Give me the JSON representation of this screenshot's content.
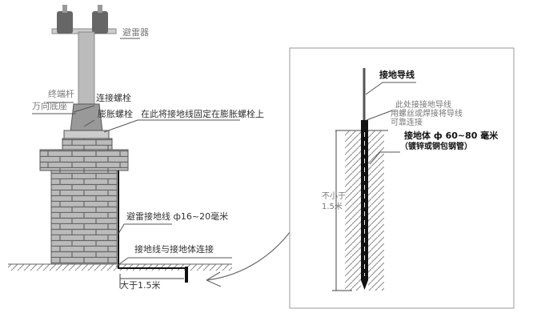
{
  "left": {
    "arrester": "避雷器",
    "terminal_pole": "终端杆",
    "universal_base": "万向底座",
    "connecting_bolt": "连接螺栓",
    "expansion_bolt": "膨胀螺栓",
    "fix_note": "在此将接地线固定在膨胀螺栓上",
    "ground_wire": "避雷接地线 ф16~20毫米",
    "connection": "接地线与接地体连接",
    "distance": "大于1.5米"
  },
  "right": {
    "ground_lead": "接地导线",
    "note_line1": "此处接接地导线",
    "note_line2": "用螺丝或焊接将导线",
    "note_line3": "可靠连接",
    "electrode": "接地体 ф 60~80 毫米",
    "electrode_material": "（镀锌或铜包钢管）",
    "depth_line1": "不小于",
    "depth_line2": "1.5米"
  }
}
